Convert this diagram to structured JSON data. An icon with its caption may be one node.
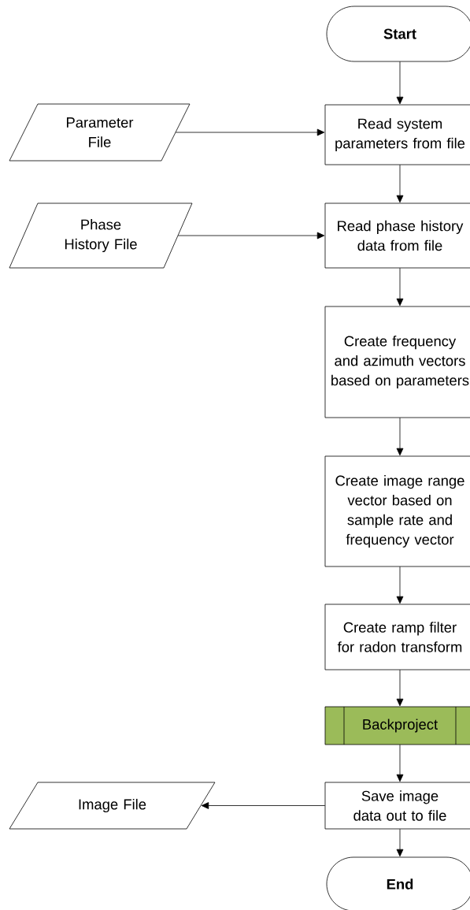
{
  "diagram": {
    "nodes": [
      {
        "text": [
          "Start"
        ]
      },
      {
        "text": [
          "Parameter File"
        ]
      },
      {
        "text": [
          "Read system parameters from file"
        ]
      },
      {
        "text": [
          "Phase History File"
        ]
      },
      {
        "text": [
          "Read phase history data from file"
        ]
      },
      {
        "text": [
          "Create frequency and azimuth vectors based on parameters"
        ]
      },
      {
        "text": [
          "Create image range vector based on sample rate and frequency vector"
        ]
      },
      {
        "text": [
          "Create ramp filter for radon transform"
        ]
      },
      {
        "text": [
          "Backproject"
        ]
      },
      {
        "text": [
          "Image File"
        ]
      },
      {
        "text": [
          "Save image data out to file"
        ]
      },
      {
        "text": [
          "End"
        ]
      }
    ],
    "edges": [
      {
        "from": 0,
        "to": 2,
        "arrow": "to"
      },
      {
        "from": 1,
        "to": 2,
        "arrow": "to"
      },
      {
        "from": 2,
        "to": 4,
        "arrow": "to"
      },
      {
        "from": 3,
        "to": 4,
        "arrow": "to"
      },
      {
        "from": 4,
        "to": 5,
        "arrow": "to"
      },
      {
        "from": 5,
        "to": 6,
        "arrow": "to"
      },
      {
        "from": 6,
        "to": 7,
        "arrow": "to"
      },
      {
        "from": 7,
        "to": 8,
        "arrow": "to"
      },
      {
        "from": 8,
        "to": 10,
        "arrow": "to"
      },
      {
        "from": 10,
        "to": 9,
        "arrow": "to"
      },
      {
        "from": 10,
        "to": 11,
        "arrow": "to"
      }
    ]
  }
}
